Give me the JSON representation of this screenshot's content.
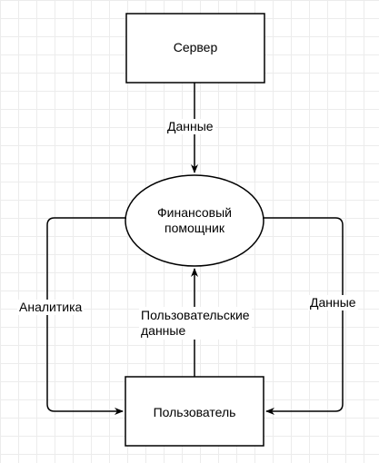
{
  "nodes": {
    "server": "Сервер",
    "assistant_line1": "Финансовый",
    "assistant_line2": "помощник",
    "user": "Пользователь"
  },
  "edges": {
    "server_to_assistant": "Данные",
    "assistant_to_user": "Аналитика",
    "user_to_assistant_line1": "Пользовательские",
    "user_to_assistant_line2": "данные",
    "assistant_to_user_right": "Данные"
  },
  "colors": {
    "stroke": "#000000",
    "fill": "#ffffff",
    "grid": "#ececec"
  }
}
